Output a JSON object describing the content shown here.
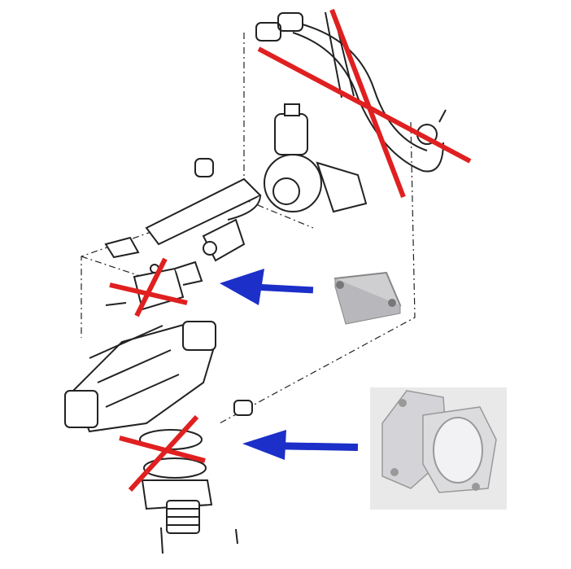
{
  "colors": {
    "background": "#ffffff",
    "line_art": "#222222",
    "cross_mark": "#e02020",
    "arrow": "#1c2fc8",
    "part_photo_bg": "#e9e9e9",
    "part_metal": "#cfcfd2"
  },
  "marks": {
    "crosses": [
      "egr-cooler-pipe-cross",
      "egr-valve-flange-cross",
      "intake-egr-valve-cross"
    ],
    "arrows": [
      "blanking-plate-arrow",
      "intake-adapter-arrow"
    ],
    "parts": [
      "egr-blanking-plate-photo",
      "egr-intake-adapter-photo"
    ]
  }
}
